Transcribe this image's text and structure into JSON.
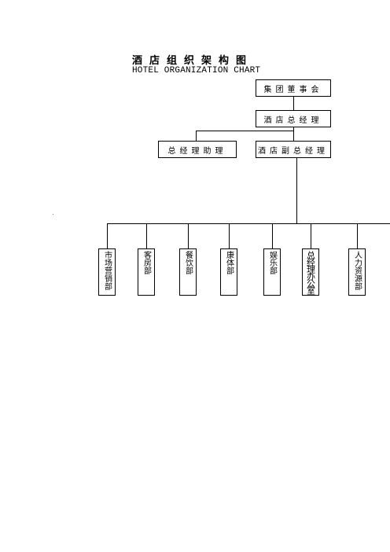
{
  "title": {
    "cn": "酒店组织架构图",
    "en": "HOTEL ORGANIZATION CHART"
  },
  "nodes": {
    "board": "集团董事会",
    "gm": "酒店总经理",
    "assistant_gm": "总经理助理",
    "deputy_gm": "酒店副总经理"
  },
  "departments": [
    "市场营销部",
    "客房部",
    "餐饮部",
    "康体部",
    "娱乐部",
    "总经理办公室",
    "人力资源部"
  ]
}
